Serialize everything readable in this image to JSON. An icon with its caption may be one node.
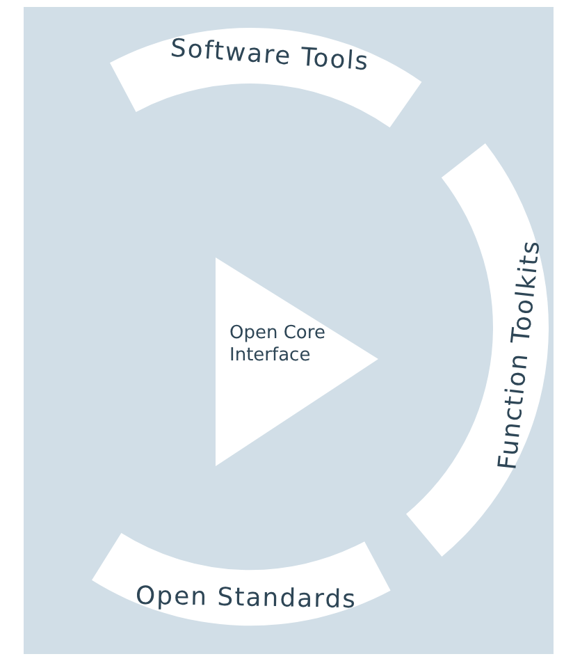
{
  "diagram": {
    "nodes": [
      {
        "text": [
          "Software Tools"
        ]
      },
      {
        "text": [
          "Open Core Interface"
        ]
      },
      {
        "text": [
          "Function Toolkits"
        ]
      },
      {
        "text": [
          "Open Standards"
        ]
      }
    ]
  }
}
